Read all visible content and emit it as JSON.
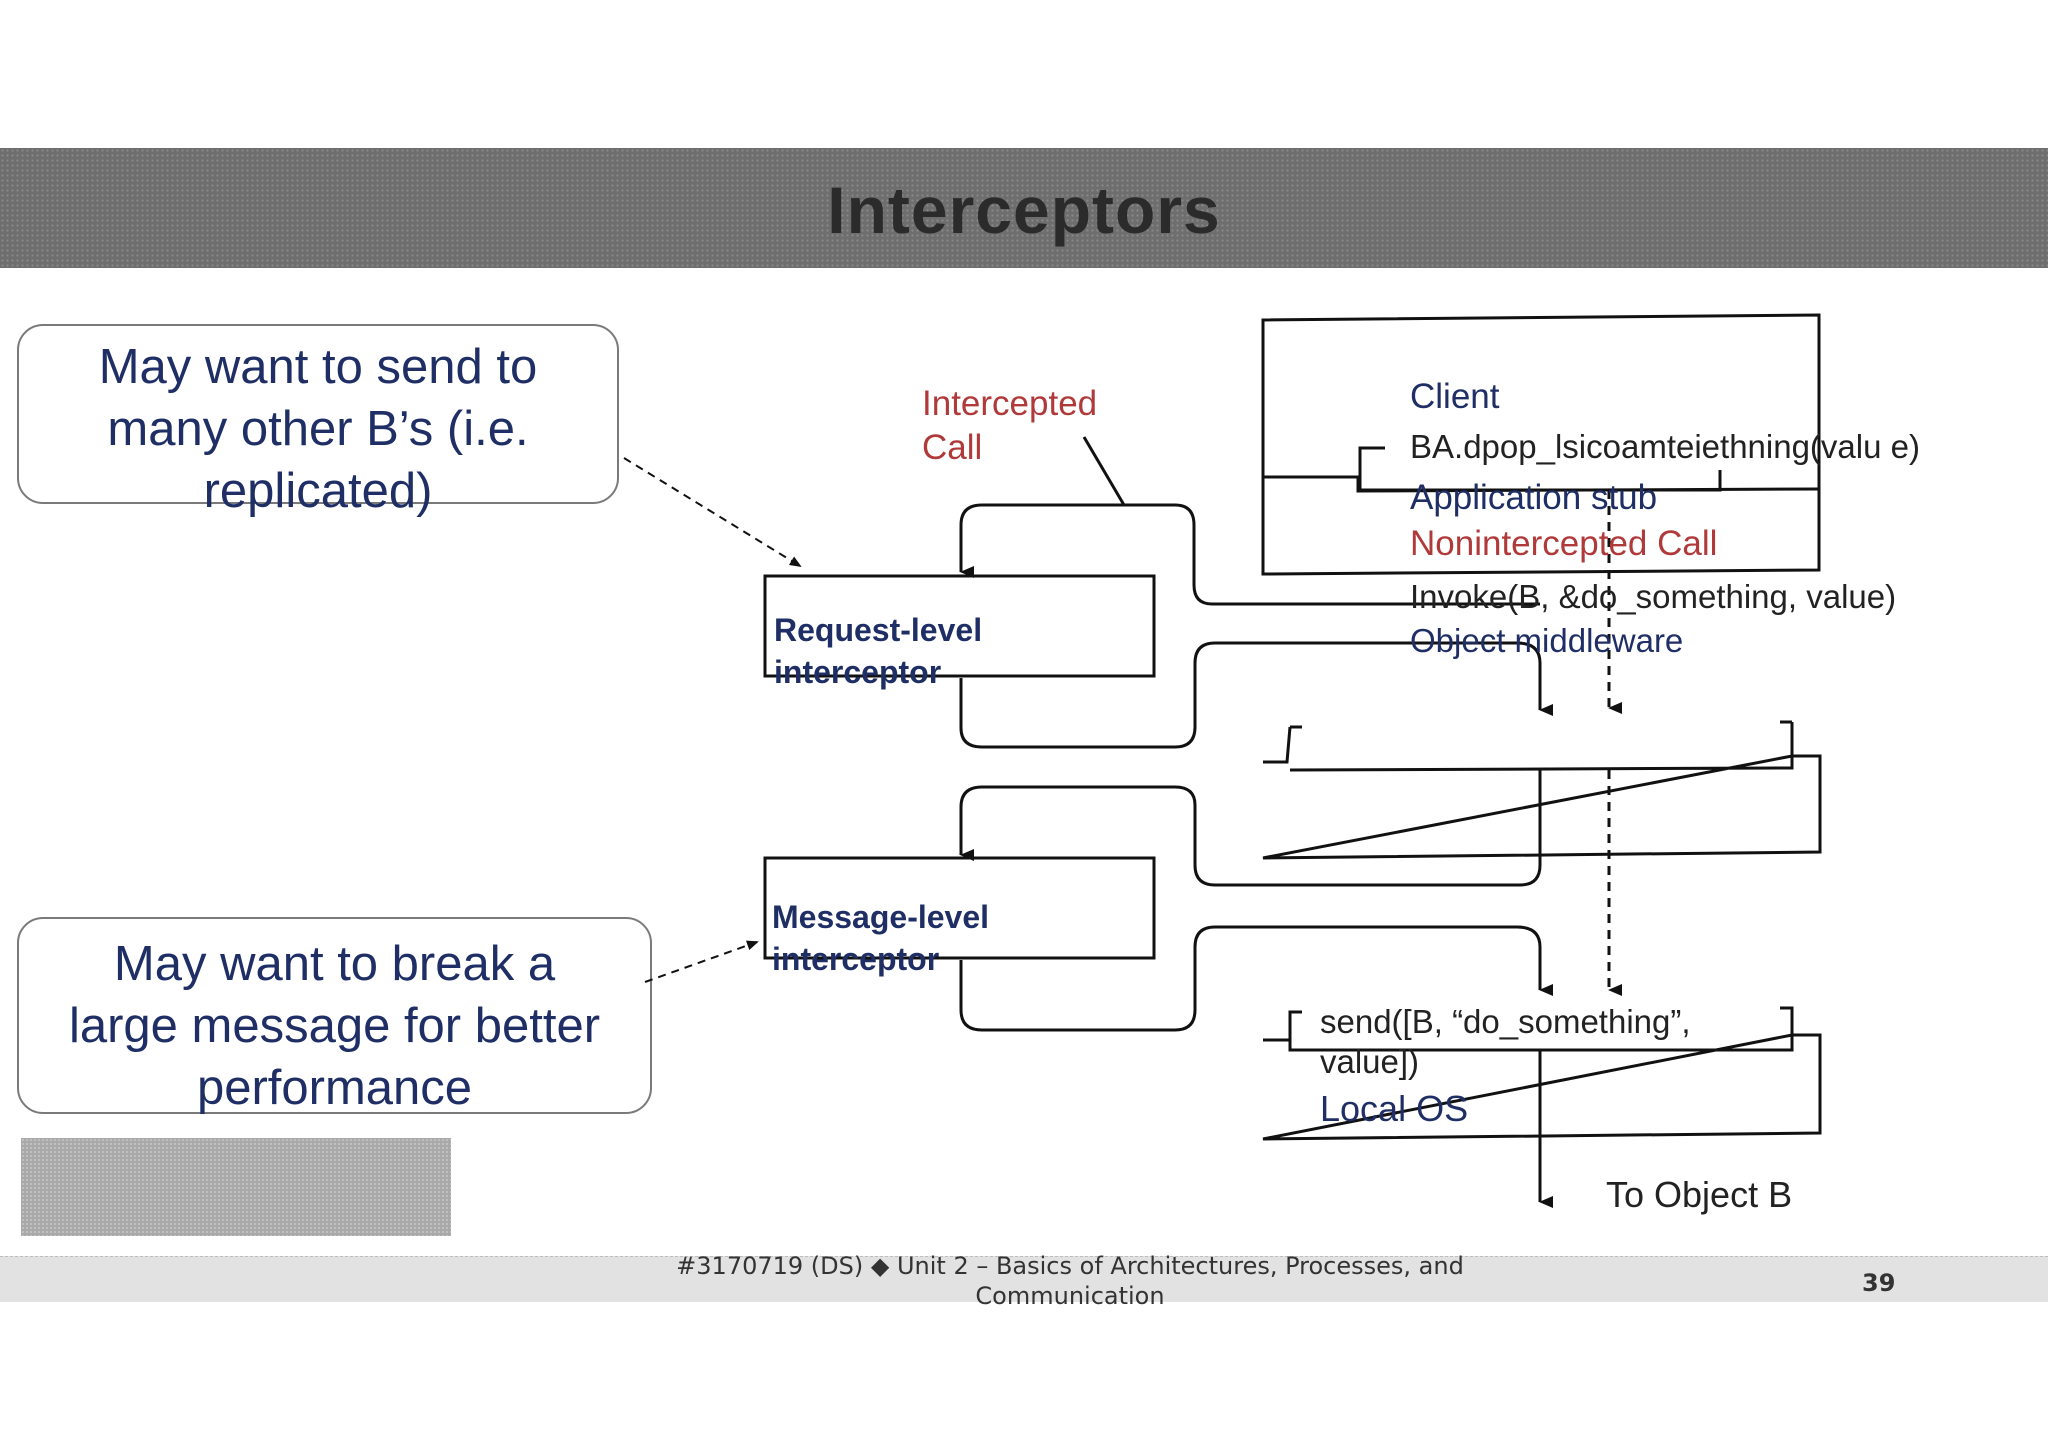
{
  "slide": {
    "title": "Interceptors",
    "page_number": "39"
  },
  "callouts": {
    "replicate": [
      "May want to send to",
      "many other B’s (i.e.",
      "replicated)"
    ],
    "break_message": [
      "May want to break a",
      "large message for better",
      "performance"
    ]
  },
  "diagram": {
    "intercepted_call": [
      "Intercepted",
      "Call"
    ],
    "client": "Client",
    "client_call": "BA.dpop_lsicoamteiethning(valu e)",
    "application_stub": "Application stub",
    "nonintercepted_call": "Nonintercepted Call",
    "invoke": "Invoke(B, &do_something, value)",
    "object_middleware": "Object middleware",
    "request_interceptor": [
      "Request-level",
      "interceptor"
    ],
    "message_interceptor": [
      "Message-level",
      "interceptor"
    ],
    "send_call": [
      "send([B, “do_something”,",
      "value])"
    ],
    "local_os": "Local OS",
    "to_object_b": "To Object B"
  },
  "footer": {
    "line1": "#3170719 (DS)  ◆  Unit 2 – Basics of Architectures, Processes, and",
    "line2": "Communication"
  }
}
